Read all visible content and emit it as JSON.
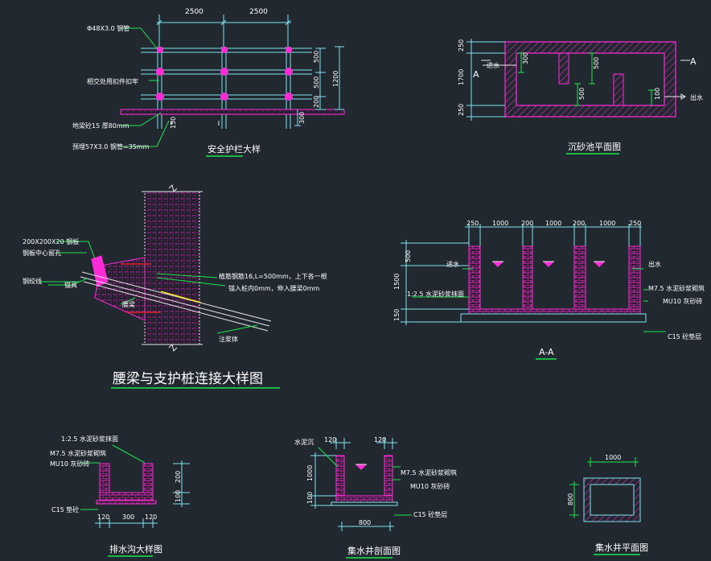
{
  "sheet": {
    "titles": {
      "guardrail": "安全护栏大样",
      "settling_plan": "沉砂池平面图",
      "beam_detail": "腰梁与支护桩连接大样图",
      "section_aa": "A-A",
      "drain": "排水沟大样图",
      "sump_section": "集水井剖面图",
      "sump_plan": "集水井平面图"
    },
    "guardrail": {
      "dim_top_left": "2500",
      "dim_top_right": "2500",
      "pipe": "Φ48X3.0 钢管",
      "fastener": "相交处用扣件扣牢",
      "ground": "地梁砼15 厚80mm",
      "post": "预埋57X3.0 钢管=35mm",
      "dim_v1": "500",
      "dim_v2": "500",
      "dim_v3": "200",
      "dim_total": "1200",
      "dim_150": "150",
      "dim_300": "300"
    },
    "settling_plan": {
      "dim_250a": "250",
      "dim_1700": "1700",
      "dim_250b": "250",
      "inlet": "进水",
      "outlet": "出水",
      "d300": "300",
      "d500a": "500",
      "d500b": "500",
      "d100": "100",
      "mark_a_left": "A",
      "mark_a_right": "A"
    },
    "beam_detail": {
      "plate": "200X200X20 钢板",
      "plate_hole": "钢板中心留孔",
      "strand": "钢绞线",
      "anchor": "锚具",
      "waist_beam": "腰梁",
      "bars": "植筋钢筋16,L=500mm，上下各一根",
      "embed": "锚入桩内0mm，伸入腰梁0mm",
      "grout": "注浆体"
    },
    "section_aa": {
      "top_dims": [
        "250",
        "1000",
        "200",
        "1000",
        "200",
        "1000",
        "250"
      ],
      "d500": "500",
      "d1500": "1500",
      "d150": "150",
      "inlet": "进水",
      "outlet": "出水",
      "plaster": "1:2.5 水泥砂浆抹面",
      "mortar": "M7.5 水泥砂浆砌筑",
      "brick": "MU10 灰砂砖",
      "cushion": "C15 砼垫层"
    },
    "drain": {
      "plaster": "1:2.5 水泥砂浆抹面",
      "mortar": "M7.5 水泥砂浆砌筑",
      "brick": "MU10 灰砂砖",
      "concrete": "C15 垫砼",
      "d120a": "120",
      "d300": "300",
      "d120b": "120",
      "d200": "200",
      "d100": "100"
    },
    "sump_section": {
      "water": "水泥沉",
      "d120a": "120",
      "d120b": "120",
      "d1000": "1000",
      "d100": "100",
      "d800": "800",
      "mortar": "M7.5 水泥砂浆砌筑",
      "brick": "MU10 灰砂砖",
      "cushion": "C15 砼垫层"
    },
    "sump_plan": {
      "d1000": "1000",
      "d800": "800"
    }
  }
}
